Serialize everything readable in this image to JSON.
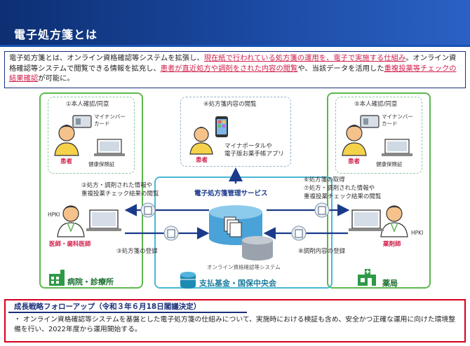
{
  "header": {
    "title": "電子処方箋とは"
  },
  "intro": {
    "p1": "電子処方箋とは、オンライン資格確認等システムを拡張し、",
    "h1": "現在紙で行われている処方箋の運用を、電子で実施する仕組み",
    "p2": "。オンライン資格確認等システムで閲覧できる情報を拡充し、",
    "h2": "患者が直近処方や調剤をされた内容の閲覧",
    "p3": "や、当該データを活用した",
    "h3": "重複投薬等チェックの結果確認",
    "p4": "が可能に。"
  },
  "hospital": {
    "step1": "①本人確認/同意",
    "card": "マイナンバー\nカード",
    "patient": "患者",
    "insurance": "健康保険証",
    "hpki": "HPKI",
    "doctor": "医師・歯科医師",
    "zone_label": "病院・診療所",
    "step2a": "②処方・調剤された情報や",
    "step2b": "重複投薬チェック結果の閲覧",
    "step3": "③処方箋の登録"
  },
  "center": {
    "step4": "④処方箋内容の閲覧",
    "patient": "患者",
    "portal1": "マイナポータルや",
    "portal2": "電子版お薬手帳アプリ",
    "service": "電子処方箋管理サービス",
    "oqs": "オンライン資格確認等システム",
    "zone_label": "支払基金・国保中央会"
  },
  "pharmacy": {
    "step5": "⑤本人確認/同意",
    "card": "マイナンバー\nカード",
    "patient": "患者",
    "insurance": "健康保険証",
    "hpki": "HPKI",
    "pharmacist": "薬剤師",
    "zone_label": "薬局",
    "step6": "⑥処方箋の取得",
    "step7a": "⑦処方・調剤された情報や",
    "step7b": "重複投薬チェック結果の閲覧",
    "step8": "⑧調剤内容の登録"
  },
  "bottom": {
    "title": "成長戦略フォローアップ（令和３年６月18日閣議決定）",
    "text": "・ オンライン資格確認等システムを基盤とした電子処方箋の仕組みについて、実施時における検証も含め、安全かつ正確な運用に向けた環境整備を行い、2022年度から運用開始する。"
  },
  "colors": {
    "header": "#1b4aa3",
    "zone_green": "#5cb84d",
    "zone_blue": "#49b8d6",
    "highlight": "#d11e4a",
    "alert_border": "#d6001c"
  }
}
